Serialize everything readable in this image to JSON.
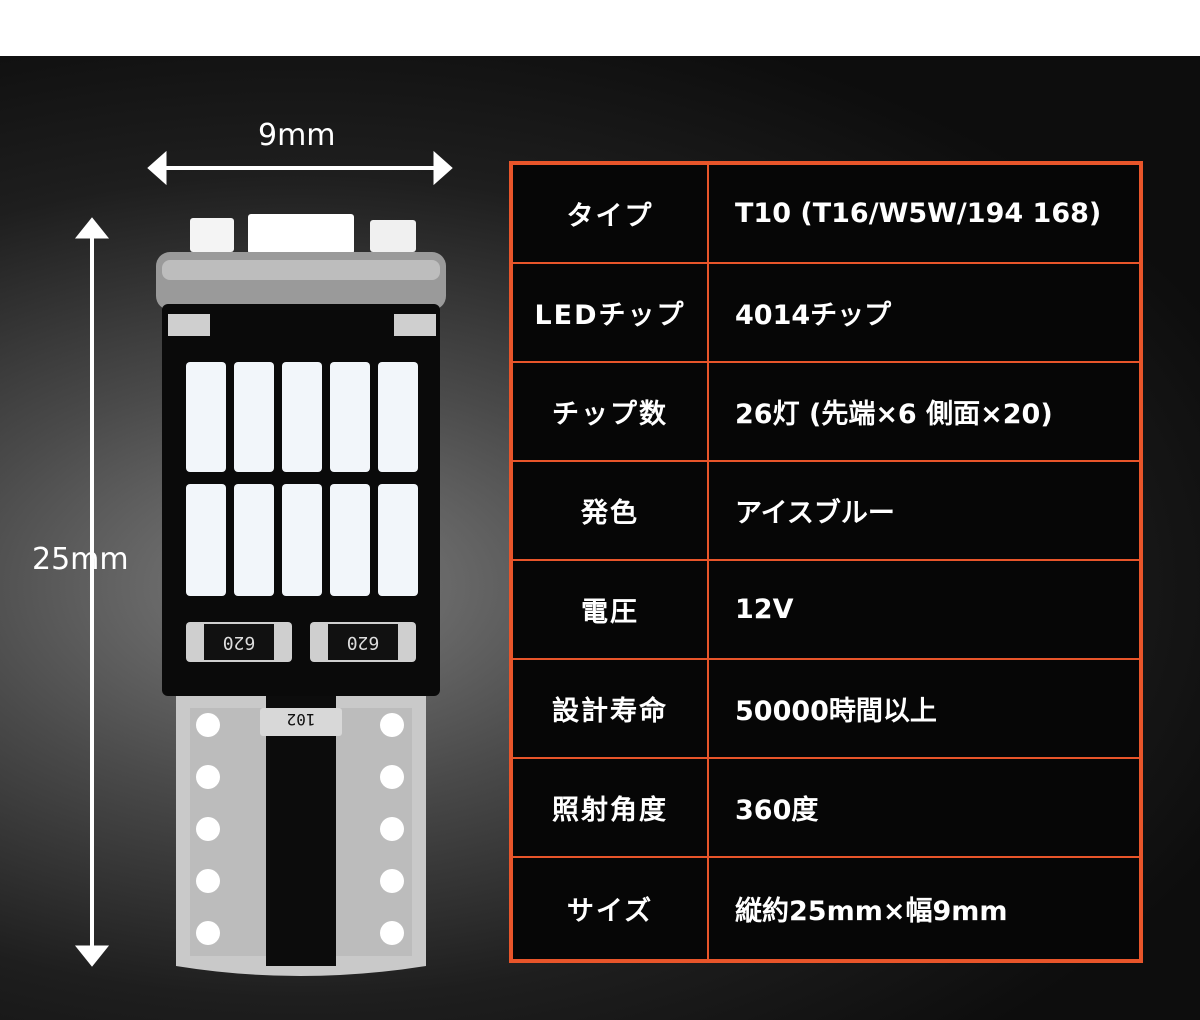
{
  "dimensions": {
    "width_label": "9mm",
    "height_label": "25mm"
  },
  "bulb": {
    "resistor_top_left": "620",
    "resistor_top_right": "620",
    "resistor_bottom": "102"
  },
  "specs": [
    {
      "label": "タイプ",
      "value": "T10 (T16/W5W/194 168)"
    },
    {
      "label": "LEDチップ",
      "value": "4014チップ"
    },
    {
      "label": "チップ数",
      "value": "26灯 (先端×6 側面×20)"
    },
    {
      "label": "発色",
      "value": "アイスブルー"
    },
    {
      "label": "電圧",
      "value": "12V"
    },
    {
      "label": "設計寿命",
      "value": "50000時間以上"
    },
    {
      "label": "照射角度",
      "value": "360度"
    },
    {
      "label": "サイズ",
      "value": "縦約25mm×幅9mm"
    }
  ],
  "colors": {
    "table_border": "#e8552a",
    "background": "#0d0d0d"
  }
}
